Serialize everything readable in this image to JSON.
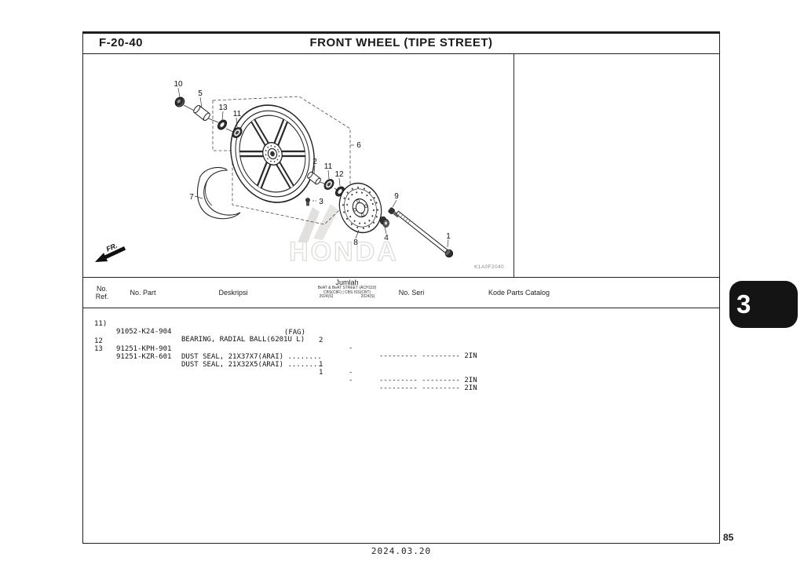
{
  "header": {
    "code": "F-20-40",
    "title": "FRONT WHEEL (TIPE STREET)"
  },
  "diagram": {
    "drawing_code": "K1A0F2040",
    "watermark": "HONDA",
    "fr_label": "FR.",
    "callouts": [
      "10",
      "5",
      "13",
      "11",
      "6",
      "2",
      "11",
      "12",
      "3",
      "7",
      "8",
      "9",
      "4",
      "1"
    ]
  },
  "table": {
    "headers": {
      "ref_line1": "No.",
      "ref_line2": "Ref.",
      "part": "No. Part",
      "desc": "Deskripsi",
      "qty": "Jumlah",
      "qty_sub1": "BeAT & BeAT STREET (ACH110)",
      "qty_sub2": "CBS(C8F) | CBS ISS(CBT)",
      "qty_sub3a": "2024(S)",
      "qty_sub3b": "2024(S)",
      "seri": "No. Seri",
      "kode": "Kode Parts Catalog"
    },
    "rows": [
      {
        "ref": "11)",
        "part": "91052-K24-904",
        "desc": "BEARING, RADIAL BALL(6201U L)",
        "desc2": "(FAG)",
        "qty": "2",
        "seri": "-",
        "kode": "--------- --------- 2IN"
      },
      {
        "ref": "12",
        "part": "91251-KPH-901",
        "desc": "DUST SEAL, 21X37X7(ARAI) ........",
        "qty": "1",
        "seri": "-",
        "kode": "--------- --------- 2IN"
      },
      {
        "ref": "13",
        "part": "91251-KZR-601",
        "desc": "DUST SEAL, 21X32X5(ARAI) ........",
        "qty": "1",
        "seri": "-",
        "kode": "--------- --------- 2IN"
      }
    ]
  },
  "side_tab": {
    "number": "3"
  },
  "footer": {
    "page_number": "85",
    "date": "2024.03.20"
  }
}
